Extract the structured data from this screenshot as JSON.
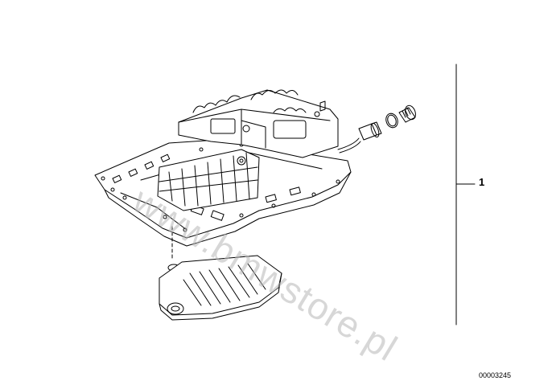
{
  "diagram": {
    "callout_number": "1",
    "diagram_id": "00003245",
    "watermark_text": "www.bmwstore.pl",
    "line_color": "#000000",
    "background": "#ffffff"
  }
}
